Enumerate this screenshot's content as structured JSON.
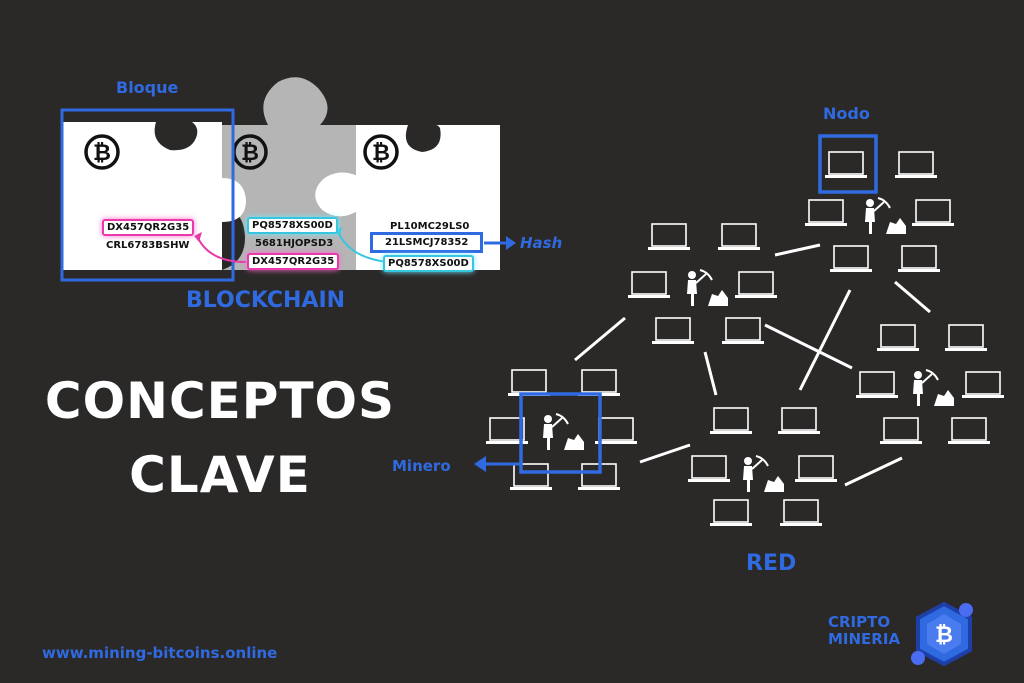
{
  "labels": {
    "block": "Bloque",
    "node": "Nodo",
    "hash": "Hash",
    "miner": "Minero",
    "blockchain": "BLOCKCHAIN",
    "network": "RED"
  },
  "title": {
    "line1": "CONCEPTOS",
    "line2": "CLAVE"
  },
  "footer": {
    "url": "www.mining-bitcoins.online"
  },
  "logo": {
    "line1": "CRIPTO",
    "line2": "MINERIA"
  },
  "blocks": [
    {
      "hash_top": "DX457QR2G35",
      "hash_bottom": "CRL6783BSHW"
    },
    {
      "prev_hash": "PQ8578XS00D",
      "hash_mid": "5681HJOPSD3",
      "hash_bottom": "DX457QR2G35"
    },
    {
      "hash_top": "PL10MC29LS0",
      "hash_mid": "21LSMCJ78352",
      "hash_bottom": "PQ8578XS00D"
    }
  ],
  "colors": {
    "background": "#2b2828",
    "accent_blue": "#2f6ae0",
    "highlight_pink": "#e83aa8",
    "highlight_cyan": "#35c6e0",
    "piece_white": "#ffffff",
    "piece_gray": "#b5b5b5"
  },
  "icons": [
    "bitcoin-icon",
    "laptop-icon",
    "miner-icon",
    "arrow-icon"
  ]
}
